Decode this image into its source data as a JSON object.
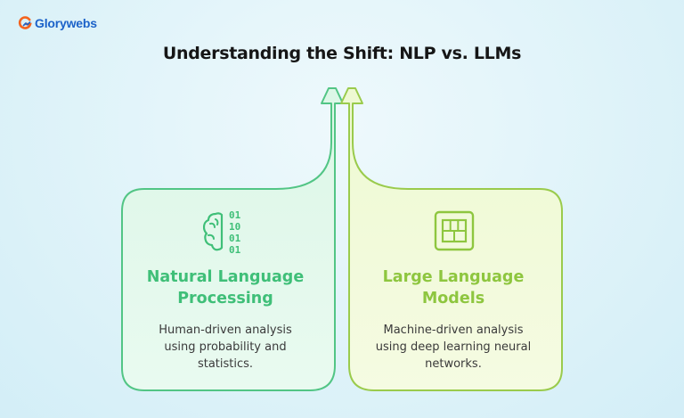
{
  "brand": {
    "name": "Glorywebs"
  },
  "page": {
    "title": "Understanding the Shift: NLP vs. LLMs"
  },
  "colors": {
    "nlp_accent": "#3fbf78",
    "nlp_fill": "#d6f5e2",
    "llm_accent": "#8ec63f",
    "llm_fill": "#ecf8cf",
    "brand_blue": "#1c62c9",
    "brand_orange": "#f4631e"
  },
  "cards": [
    {
      "heading": "Natural Language Processing",
      "heading_line1": "Natural Language",
      "heading_line2": "Processing",
      "description_line1": "Human-driven analysis",
      "description_line2": "using probability and",
      "description_line3": "statistics.",
      "icon": "brain-binary-icon",
      "binary": [
        "01",
        "10",
        "01",
        "01"
      ]
    },
    {
      "heading": "Large Language Models",
      "heading_line1": "Large Language",
      "heading_line2": "Models",
      "description_line1": "Machine-driven analysis",
      "description_line2": "using deep learning neural",
      "description_line3": "networks.",
      "icon": "neural-grid-icon"
    }
  ]
}
